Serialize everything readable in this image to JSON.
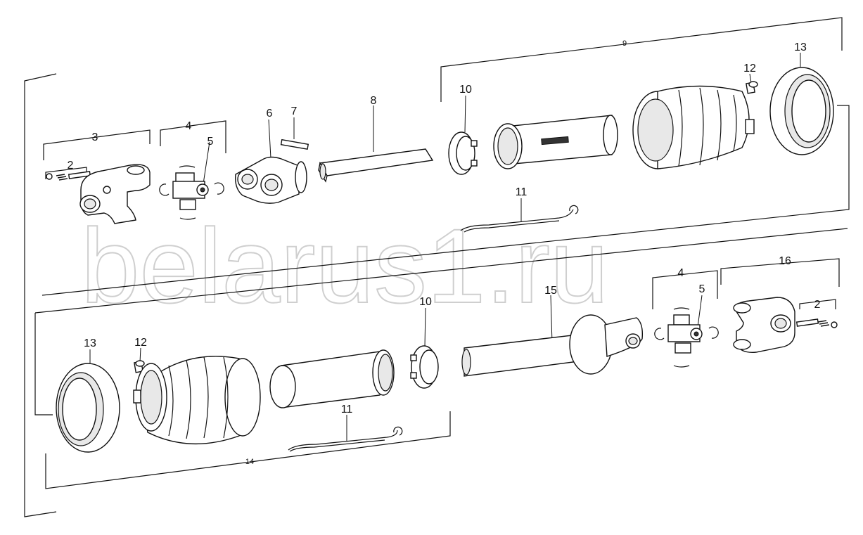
{
  "watermark": "belarus1.ru",
  "callouts": {
    "top": {
      "c2": "2",
      "c3": "3",
      "c4": "4",
      "c5": "5",
      "c6": "6",
      "c7": "7",
      "c8": "8",
      "c9": "9",
      "c10": "10",
      "c11": "11",
      "c12": "12",
      "c13": "13"
    },
    "bottom": {
      "c2": "2",
      "c4": "4",
      "c5": "5",
      "c10": "10",
      "c11": "11",
      "c12": "12",
      "c13": "13",
      "c14": "14",
      "c15": "15",
      "c16": "16"
    }
  }
}
